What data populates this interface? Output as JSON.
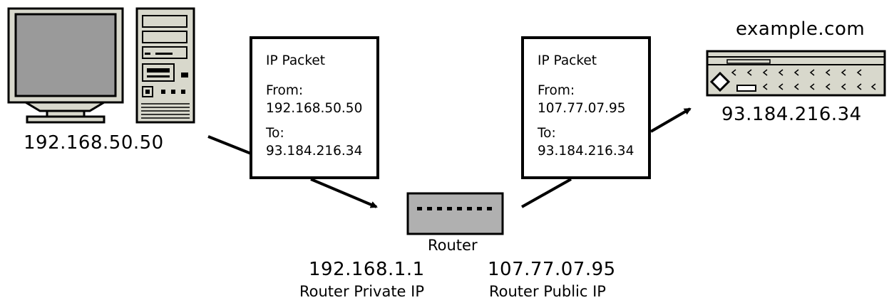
{
  "client": {
    "ip": "192.168.50.50"
  },
  "packet_out": {
    "title": "IP Packet",
    "from_label": "From:",
    "from_ip": "192.168.50.50",
    "to_label": "To:",
    "to_ip": "93.184.216.34"
  },
  "packet_in": {
    "title": "IP Packet",
    "from_label": "From:",
    "from_ip": "107.77.07.95",
    "to_label": "To:",
    "to_ip": "93.184.216.34"
  },
  "router": {
    "label": "Router",
    "private_ip": "192.168.1.1",
    "private_caption": "Router Private IP",
    "public_ip": "107.77.07.95",
    "public_caption": "Router Public IP"
  },
  "server": {
    "domain": "example.com",
    "ip": "93.184.216.34"
  },
  "icons": [
    "monitor-icon",
    "tower-pc-icon",
    "router-icon",
    "server-icon",
    "arrow-icon"
  ],
  "colors": {
    "device_beige": "#d8d8cc",
    "screen_gray": "#9a9a9a",
    "router_gray": "#b0b0b0"
  }
}
